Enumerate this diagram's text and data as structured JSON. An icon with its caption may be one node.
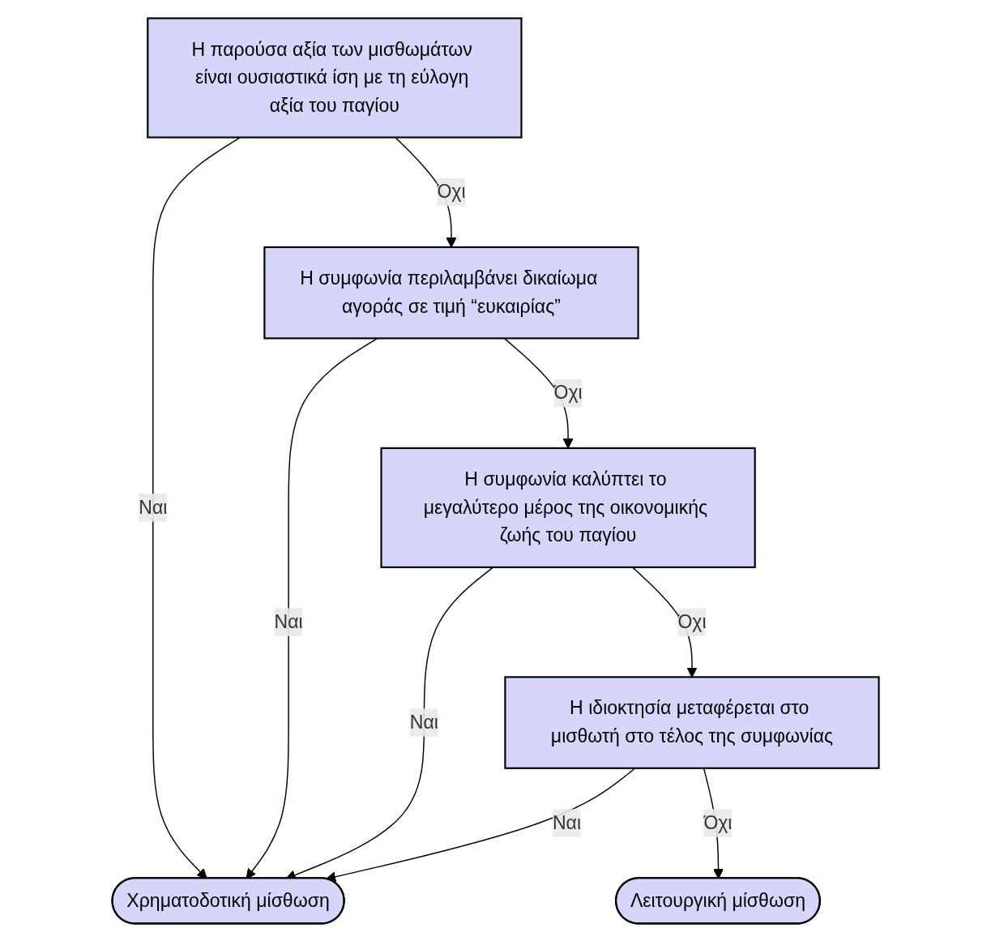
{
  "diagram": {
    "nodes": [
      {
        "text": [
          "Η παρούσα αξία των μισθωμάτων είναι ουσιαστικά ίση με τη εύλογη αξία του παγίου"
        ]
      },
      {
        "text": [
          "Η συμφωνία περιλαμβάνει δικαίωμα αγοράς σε τιμή “ευκαιρίας”"
        ]
      },
      {
        "text": [
          "Η συμφωνία καλύπτει το μεγαλύτερο μέρος της οικονομικής ζωής του παγίου"
        ]
      },
      {
        "text": [
          "Η ιδιοκτησία μεταφέρεται στο μισθωτή στο τέλος της συμφωνίας"
        ]
      },
      {
        "text": [
          "Χρηματοδοτική μίσθωση"
        ]
      },
      {
        "text": [
          "Λειτουργική μίσθωση"
        ]
      }
    ],
    "edges": [
      {
        "from": 0,
        "to": 1,
        "arrow": "to",
        "label": "Όχι"
      },
      {
        "from": 1,
        "to": 2,
        "arrow": "to",
        "label": "Όχι"
      },
      {
        "from": 2,
        "to": 3,
        "arrow": "to",
        "label": "Όχι"
      },
      {
        "from": 0,
        "to": 4,
        "arrow": "to",
        "label": "Ναι"
      },
      {
        "from": 1,
        "to": 4,
        "arrow": "to",
        "label": "Ναι"
      },
      {
        "from": 2,
        "to": 4,
        "arrow": "to",
        "label": "Ναι"
      },
      {
        "from": 3,
        "to": 4,
        "arrow": "to",
        "label": "Ναι"
      },
      {
        "from": 3,
        "to": 5,
        "arrow": "to",
        "label": "Όχι"
      }
    ]
  }
}
